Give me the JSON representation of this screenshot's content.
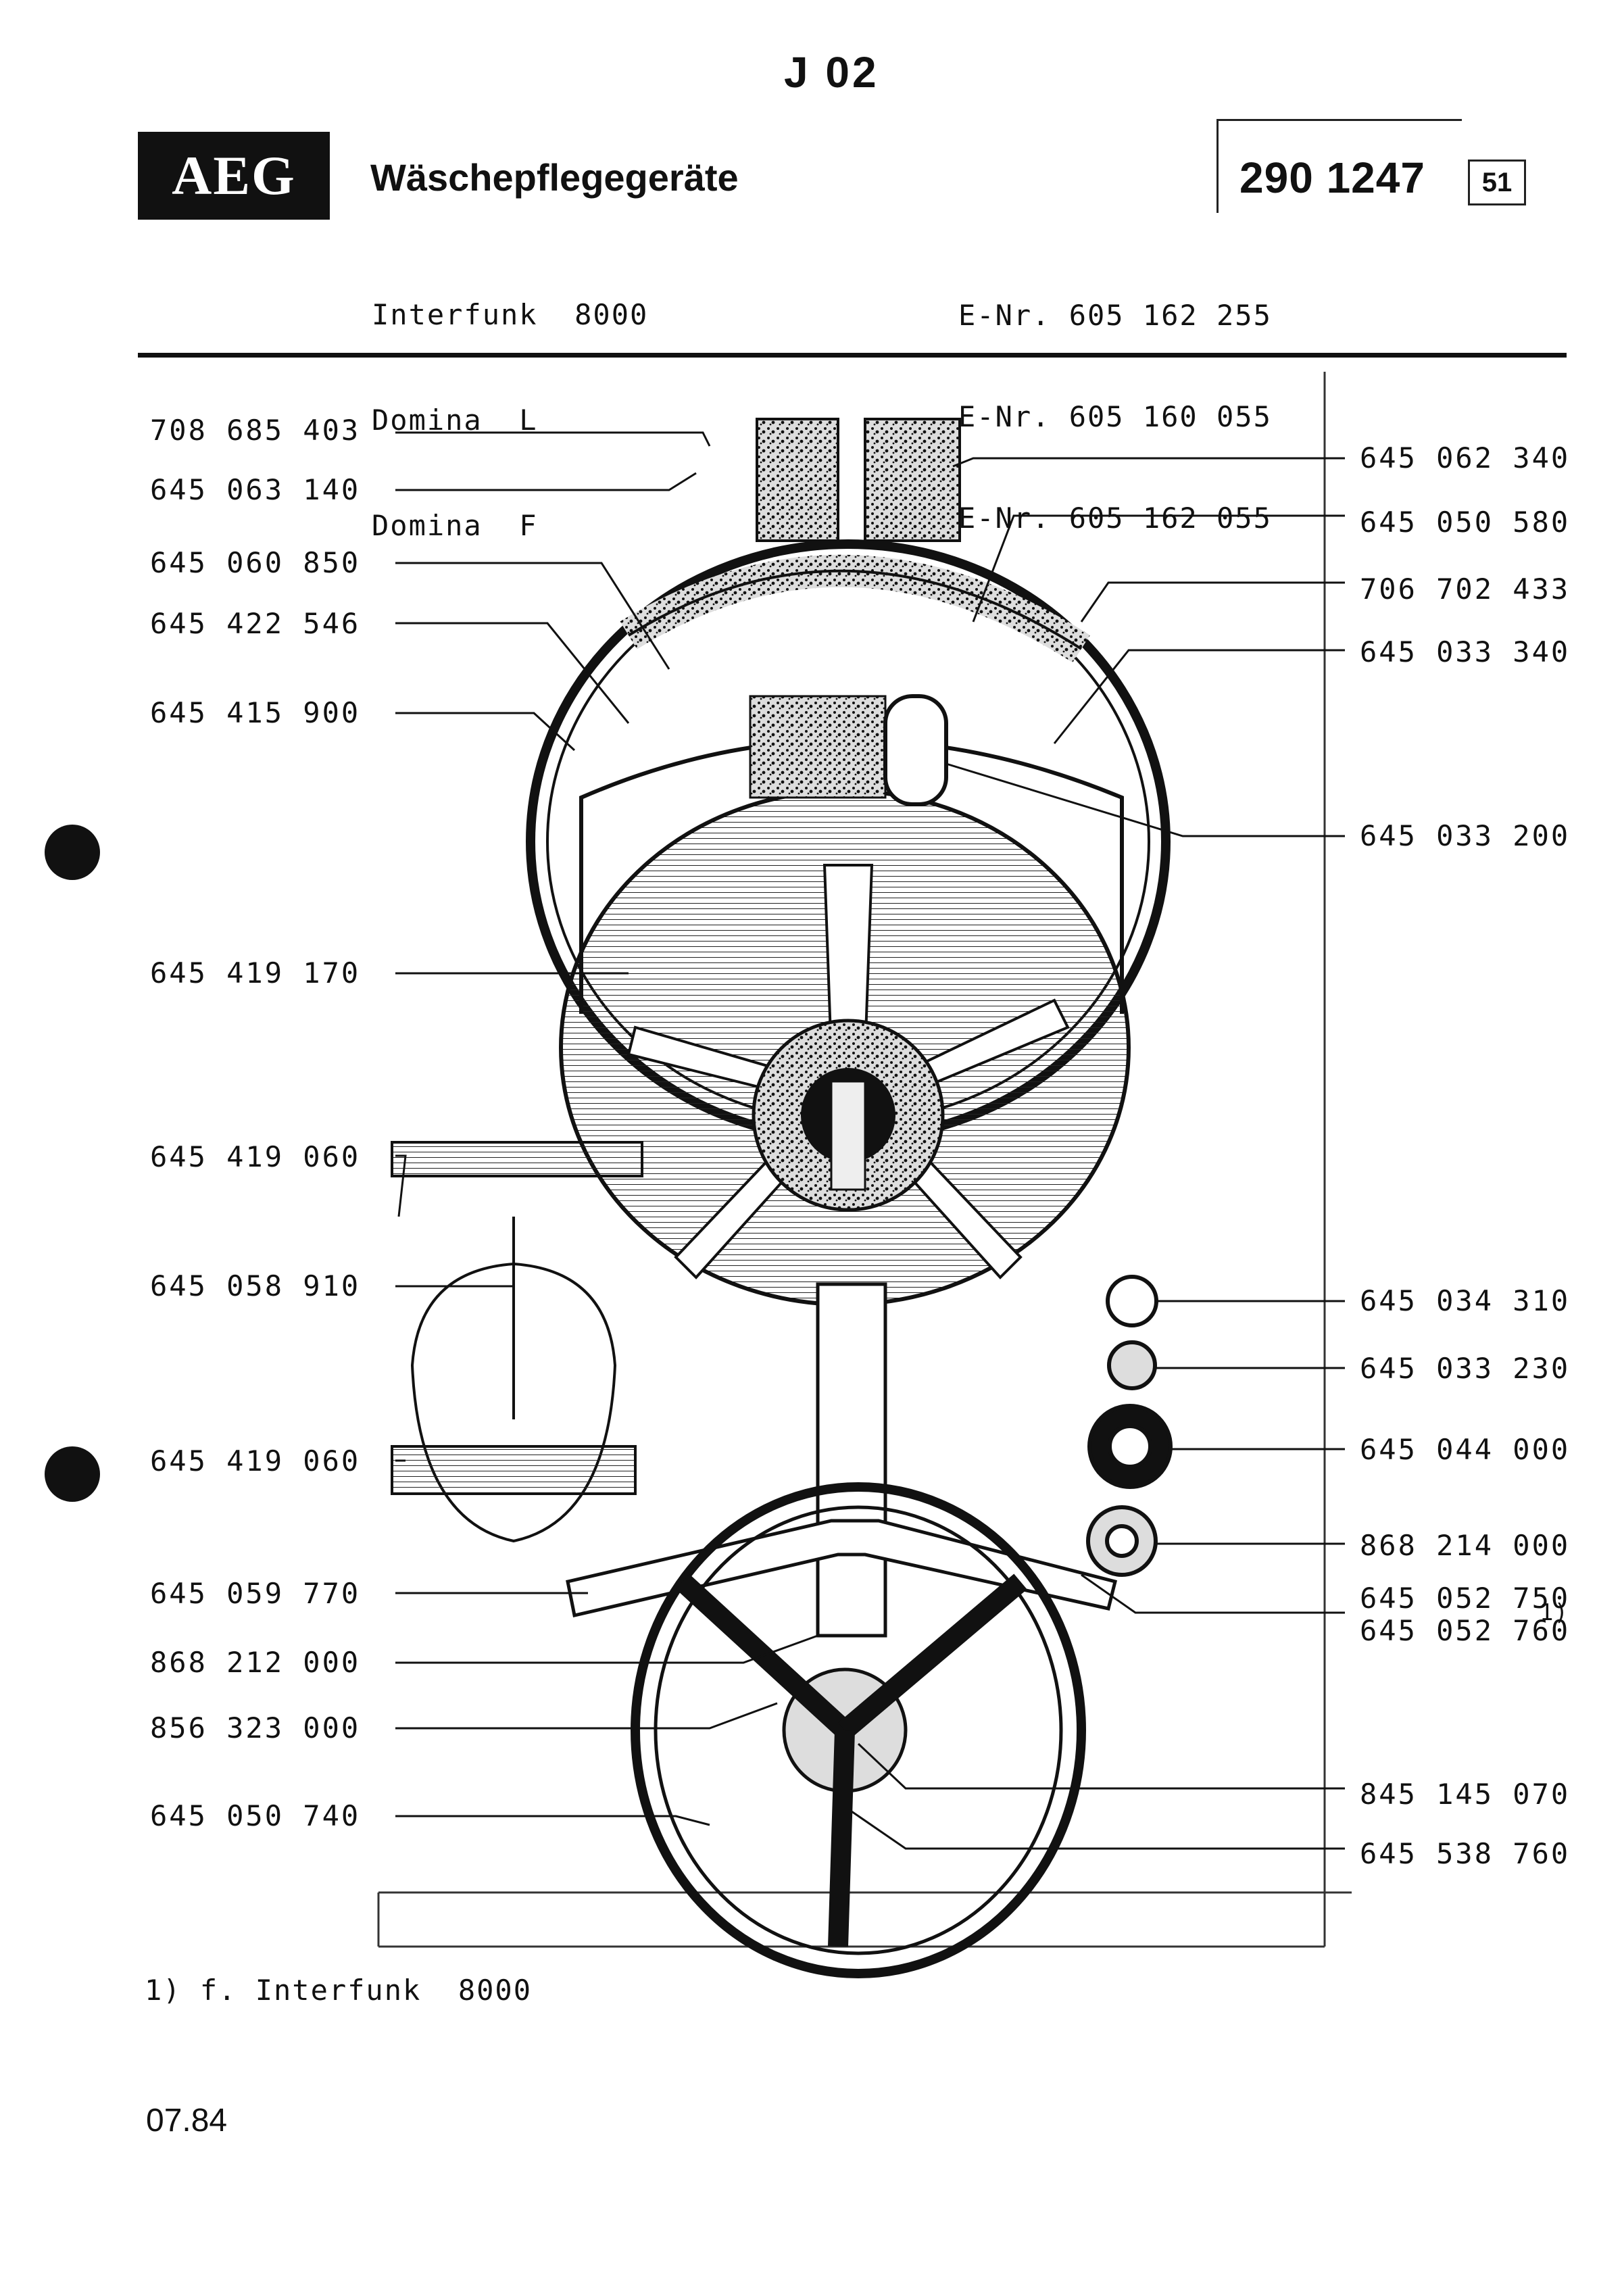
{
  "header": {
    "page_code": "J 02",
    "brand": "AEG",
    "category": "Wäschepflegegeräte",
    "doc_number": "290 1247",
    "doc_suffix": "51"
  },
  "models": [
    {
      "name": "Interfunk  8000",
      "enr": "E-Nr. 605 162 255"
    },
    {
      "name": "Domina  L",
      "enr": "E-Nr. 605 160 055"
    },
    {
      "name": "Domina  F",
      "enr": "E-Nr. 605 162 055"
    }
  ],
  "parts_left": [
    "708 685 403",
    "645 063 140",
    "645 060 850",
    "645 422 546",
    "645 415 900",
    "645 419 170",
    "645 419 060",
    "645 058 910",
    "645 419 060",
    "645 059 770",
    "868 212 000",
    "856 323 000",
    "645 050 740"
  ],
  "parts_right": [
    "645 062 340",
    "645 050 580",
    "706 702 433",
    "645 033 340",
    "645 033 200",
    "645 034 310",
    "645 033 230",
    "645 044 000",
    "868 214 000",
    "645 052 750",
    "645 052 760",
    "845 145 070",
    "645 538 760"
  ],
  "footnote_marker": "1)",
  "footnote": "1) f. Interfunk  8000",
  "date": "07.84",
  "colors": {
    "ink": "#111111",
    "paper": "#ffffff"
  }
}
